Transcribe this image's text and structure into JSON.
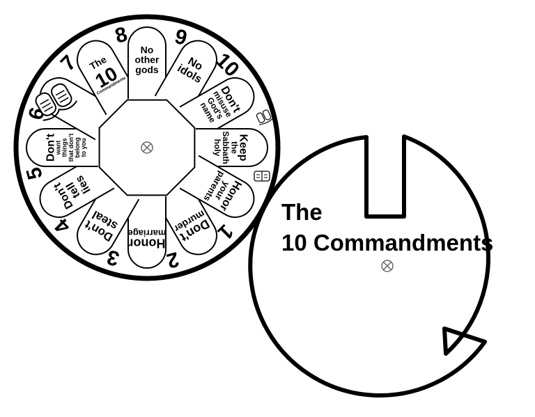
{
  "wheel": {
    "tabs": [
      {
        "number": "1",
        "lines": [
          "Don't",
          "murder"
        ]
      },
      {
        "number": "2",
        "lines": [
          "Honor",
          "marriage"
        ]
      },
      {
        "number": "3",
        "lines": [
          "Don't",
          "steal"
        ]
      },
      {
        "number": "4",
        "lines": [
          "Don't",
          "tell",
          "lies"
        ]
      },
      {
        "number": "5",
        "lines": [
          "Don't",
          "want",
          "things",
          "that don't",
          "belong",
          "to you"
        ]
      },
      {
        "number": "6",
        "lines": []
      },
      {
        "number": "7",
        "lines": [
          "The",
          "10",
          "Commandments"
        ]
      },
      {
        "number": "8",
        "lines": [
          "No",
          "other",
          "gods"
        ]
      },
      {
        "number": "9",
        "lines": [
          "No",
          "idols"
        ]
      },
      {
        "number": "10",
        "lines": [
          "Don't",
          "misuse",
          "God's",
          "name"
        ]
      },
      {
        "number": "",
        "lines": [
          "Keep",
          "the",
          "Sabbath",
          "holy"
        ]
      },
      {
        "number": "",
        "lines": [
          "Honor",
          "your",
          "parents"
        ]
      }
    ],
    "icons": [
      "tablets-icon",
      "tablets-icon-small",
      "tablets-icon-small"
    ]
  },
  "cover": {
    "title_line1": "The",
    "title_line2": "10 Commandments"
  }
}
